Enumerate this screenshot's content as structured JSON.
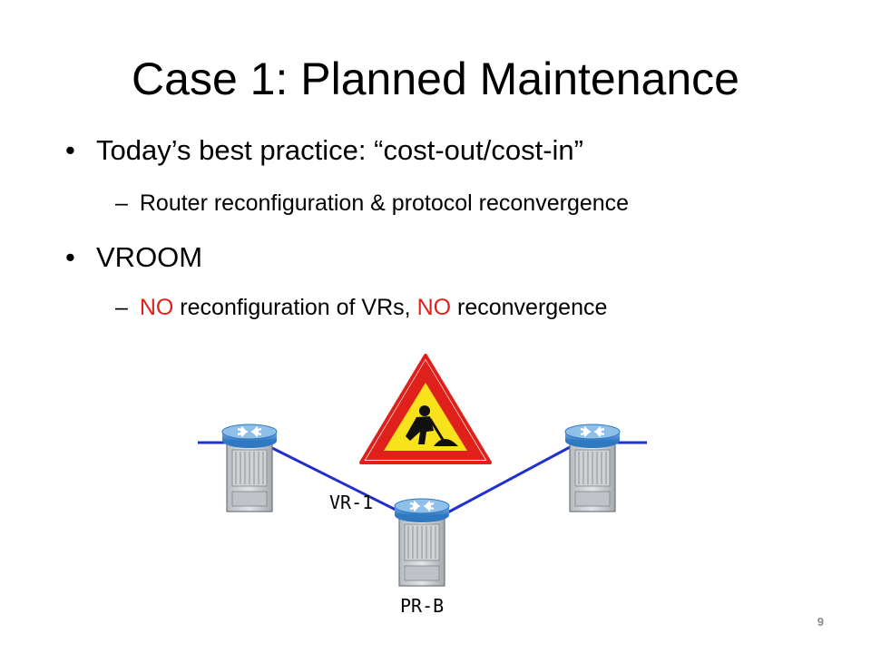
{
  "slide": {
    "title": "Case 1: Planned Maintenance",
    "number": "9"
  },
  "bullets": [
    {
      "marker": "•",
      "text": "Today’s best practice: “cost-out/cost-in”",
      "sub": {
        "marker": "–",
        "text": "Router reconfiguration & protocol reconvergence"
      }
    },
    {
      "marker": "•",
      "text": "VROOM",
      "sub": {
        "marker": "–",
        "seg1": "NO",
        "seg2": " reconfiguration of VRs, ",
        "seg3": "NO",
        "seg4": " reconvergence"
      }
    }
  ],
  "diagram": {
    "vr_label": "VR-1",
    "pr_label": "PR-B",
    "link_color": "#1f2fd0",
    "accent_red": "#e0201b",
    "sign_color": "#f7e21c",
    "icons": [
      "router-icon",
      "router-icon",
      "router-icon",
      "maintenance-sign-icon"
    ]
  }
}
